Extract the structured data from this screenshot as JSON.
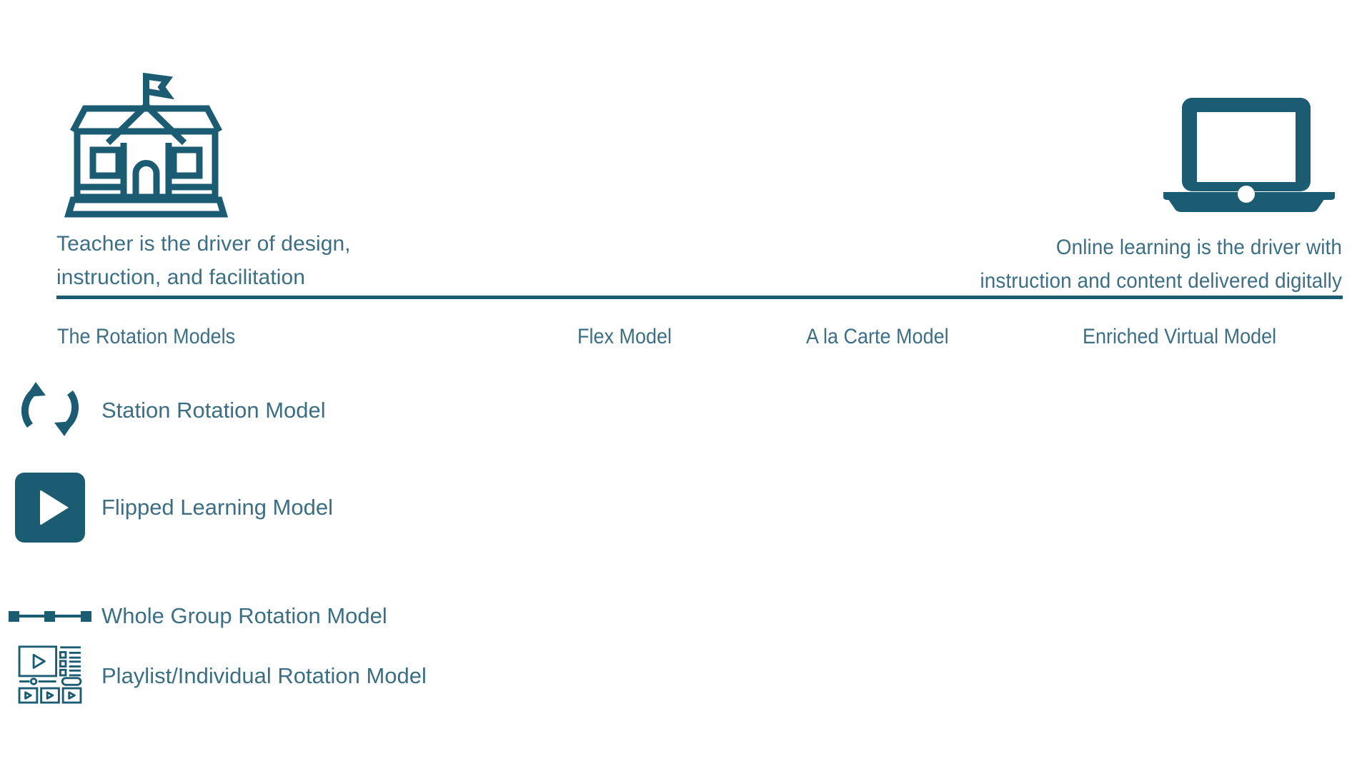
{
  "theme": {
    "background": "#ffffff",
    "brand_teal": "#1b5c73",
    "text_teal": "#3c6e84"
  },
  "header": {
    "left": {
      "icon": "schoolhouse-icon",
      "caption_line1": "Teacher is the driver of design,",
      "caption_line2": "instruction, and facilitation"
    },
    "right": {
      "icon": "laptop-icon",
      "caption_line1": "Online learning is the driver with",
      "caption_line2": "instruction and content delivered digitally"
    }
  },
  "categories": [
    {
      "label": "The Rotation Models"
    },
    {
      "label": "Flex Model"
    },
    {
      "label": "A la Carte Model"
    },
    {
      "label": "Enriched Virtual Model"
    }
  ],
  "models": [
    {
      "label": "Station Rotation Model",
      "icon": "circular-rotation-arrows-icon"
    },
    {
      "label": "Flipped Learning Model",
      "icon": "play-button-icon"
    },
    {
      "label": "Whole Group Rotation Model",
      "icon": "three-node-connector-icon"
    },
    {
      "label": "Playlist/Individual Rotation Model",
      "icon": "video-playlist-icon"
    }
  ]
}
